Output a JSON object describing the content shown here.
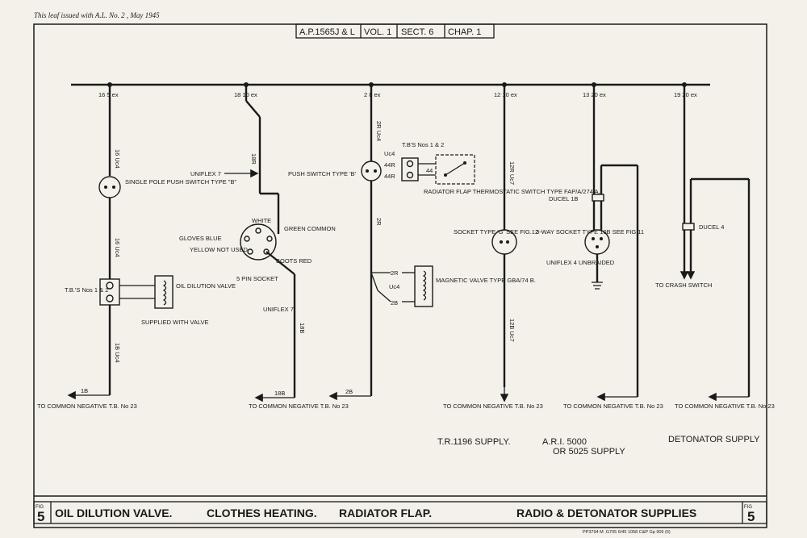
{
  "issue_note": "This leaf issued with A.L. No. 2 , May 1945",
  "header": {
    "ref": "A.P.1565J & L",
    "vol": "VOL. 1",
    "sect": "SECT. 6",
    "chap": "CHAP. 1"
  },
  "bus_labels": [
    "16 5 ex",
    "18 10 ex",
    "2 8 ex",
    "12 10 ex",
    "13 20 ex",
    "19 20 ex"
  ],
  "circuit1": {
    "wire_top": "16 Uc4",
    "wire_mid": "16 Uc4",
    "wire_bot": "1B Uc4",
    "switch": "SINGLE POLE PUSH SWITCH TYPE \"B\"",
    "tbs": "T.B.'S Nos 1 & 2",
    "valve": "OIL DILUTION VALVE",
    "supplied": "SUPPLIED WITH VALVE",
    "out_wire": "1B",
    "to_common": "TO COMMON NEGATIVE T.B. No 23"
  },
  "circuit2": {
    "uniflex_top": "UNIFLEX 7",
    "wire_18r": "18R",
    "white": "WHITE",
    "gloves": "GLOVES BLUE",
    "yellow": "YELLOW NOT USED",
    "green": "GREEN COMMON",
    "boots": "BOOTS RED",
    "socket": "5 PIN SOCKET",
    "uniflex_bot": "UNIFLEX 7",
    "wire_18b": "18B",
    "out_wire": "18B",
    "to_common": "TO COMMON NEGATIVE T.B. No 23"
  },
  "circuit3": {
    "wire_top": "2R Uc4",
    "tbs": "T.B'S Nos 1 & 2",
    "uc4": "Uc4",
    "w44a": "44R",
    "w44b": "44R",
    "w44c": "44",
    "push": "PUSH SWITCH TYPE 'B'",
    "radiator": "RADIATOR FLAP THERMOSTATIC SWITCH TYPE FAP/A/274 A.",
    "wire_mid": "2R",
    "w2r": "2R",
    "wuc4": "Uc4",
    "w2b": "2B",
    "magnetic": "MAGNETIC VALVE TYPE GBA/74 B.",
    "out_wire": "2B"
  },
  "circuit4": {
    "wire_top": "12R Uc7",
    "wire_bot": "12B Uc7",
    "socket": "SOCKET TYPE 'G' SEE FIG.12",
    "to_common": "TO COMMON NEGATIVE T.B. No 23",
    "supply": "T.R.1196 SUPPLY."
  },
  "circuit5": {
    "ducel": "DUCEL 1B",
    "socket": "3-WAY SOCKET TYPE 10B SEE FIG.11",
    "uniflex": "UNIFLEX 4 UNBRAIDED",
    "to_common": "TO COMMON NEGATIVE T.B. No 23",
    "supply_1": "A.R.I. 5000",
    "supply_2": "OR 5025 SUPPLY"
  },
  "circuit6": {
    "ducel": "DUCEL 4",
    "crash": "TO CRASH SWITCH",
    "to_common": "TO COMMON NEGATIVE T.B. No 23",
    "supply": "DETONATOR SUPPLY"
  },
  "title_block": {
    "fig_label": "FIG",
    "fig_num": "5",
    "t1": "OIL DILUTION VALVE.",
    "t2": "CLOTHES HEATING.",
    "t3": "RADIATOR FLAP.",
    "t4": "RADIO & DETONATOR SUPPLIES"
  },
  "print_code": "PP3794 M .G705 6/45 1058 C&P Gp 909 (6)"
}
